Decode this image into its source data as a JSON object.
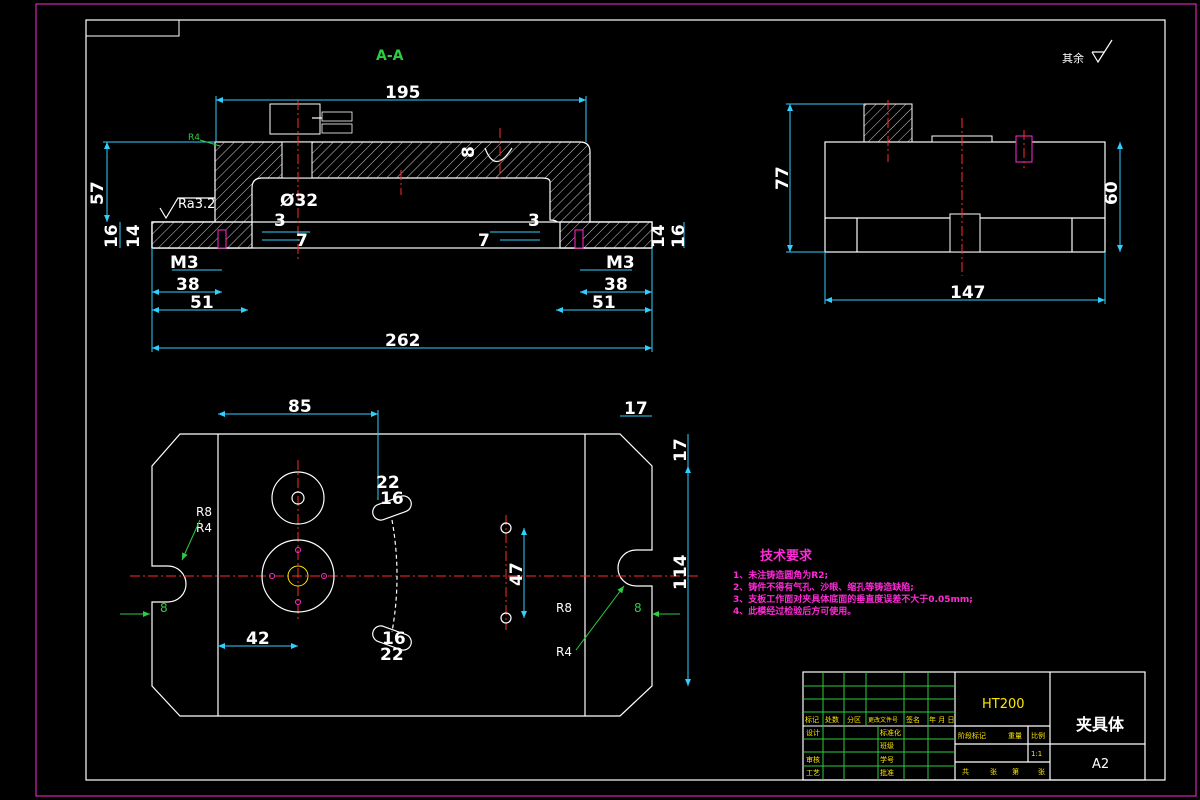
{
  "drawing": {
    "section_label": "A-A",
    "roughness_note": "其余",
    "roughness_value": "Ra3.2"
  },
  "section_view": {
    "dims": {
      "d195": "195",
      "d57": "57",
      "d16l": "16",
      "d14l": "14",
      "d16r": "16",
      "d14r": "14",
      "d8": "8",
      "dia32": "Ø32",
      "d3l": "3",
      "d7l": "7",
      "d3r": "3",
      "d7r": "7",
      "m3l": "M3",
      "m3r": "M3",
      "d38l": "38",
      "d51l": "51",
      "d38r": "38",
      "d51r": "51",
      "d262": "262"
    },
    "radius_label": "R4"
  },
  "side_view": {
    "dims": {
      "d77": "77",
      "d60": "60",
      "d147": "147"
    }
  },
  "plan_view": {
    "dims": {
      "d85": "85",
      "d17t": "17",
      "d17r": "17",
      "d22t": "22",
      "d16t": "16",
      "d47": "47",
      "d114": "114",
      "d42": "42",
      "d16b": "16",
      "d22b": "22",
      "r8l": "R8",
      "r4l": "R4",
      "d8l": "8",
      "r8r": "R8",
      "r4r": "R4",
      "d8r": "8"
    }
  },
  "tech_requirements": {
    "title": "技术要求",
    "items": [
      "1、未注铸造圆角为R2;",
      "2、铸件不得有气孔、沙眼、缩孔等铸造缺陷;",
      "3、支板工作面对夹具体底面的垂直度误差不大于0.05mm;",
      "4、此模经过检验后方可使用。"
    ]
  },
  "title_block": {
    "material": "HT200",
    "part_name": "夹具体",
    "sheet_size": "A2",
    "scale": "1:1",
    "headers": [
      "标记",
      "处数",
      "分区",
      "更改文件号",
      "签名",
      "年 月 日"
    ],
    "roles": [
      "设计",
      "审核",
      "工艺"
    ],
    "mid_labels": [
      "标准化",
      "班级",
      "学号",
      "批准"
    ],
    "right_headers": [
      "阶段标记",
      "重量",
      "比例"
    ],
    "sheet_row": [
      "共",
      "张",
      "第",
      "张"
    ]
  },
  "colors": {
    "background": "#000000",
    "outline": "#ffffff",
    "dimension": "#2fd0ff",
    "centerline": "#ff2a2a",
    "leader": "#2ecc40",
    "note": "#ff2bd6",
    "titleblock": "#ffe600"
  }
}
